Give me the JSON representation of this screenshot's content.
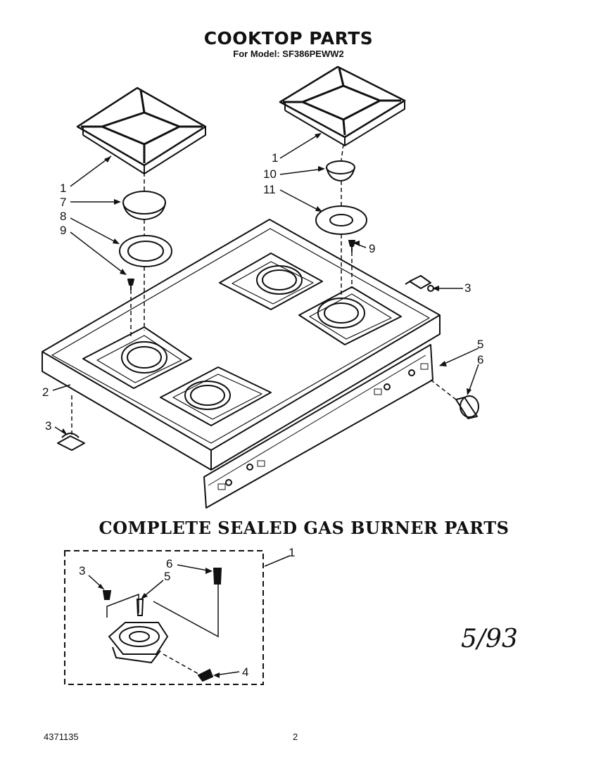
{
  "header": {
    "title": "COOKTOP PARTS",
    "model_line": "For Model: SF386PEWW2"
  },
  "section2": {
    "title": "COMPLETE SEALED GAS BURNER PARTS"
  },
  "cooktop_callouts": [
    "1",
    "7",
    "8",
    "9",
    "1",
    "10",
    "11",
    "9",
    "3",
    "5",
    "6",
    "2",
    "3"
  ],
  "burner_callouts": [
    "1",
    "6",
    "5",
    "3",
    "4"
  ],
  "footer": {
    "doc_number": "4371135",
    "page_number": "2",
    "date": "5/93"
  }
}
